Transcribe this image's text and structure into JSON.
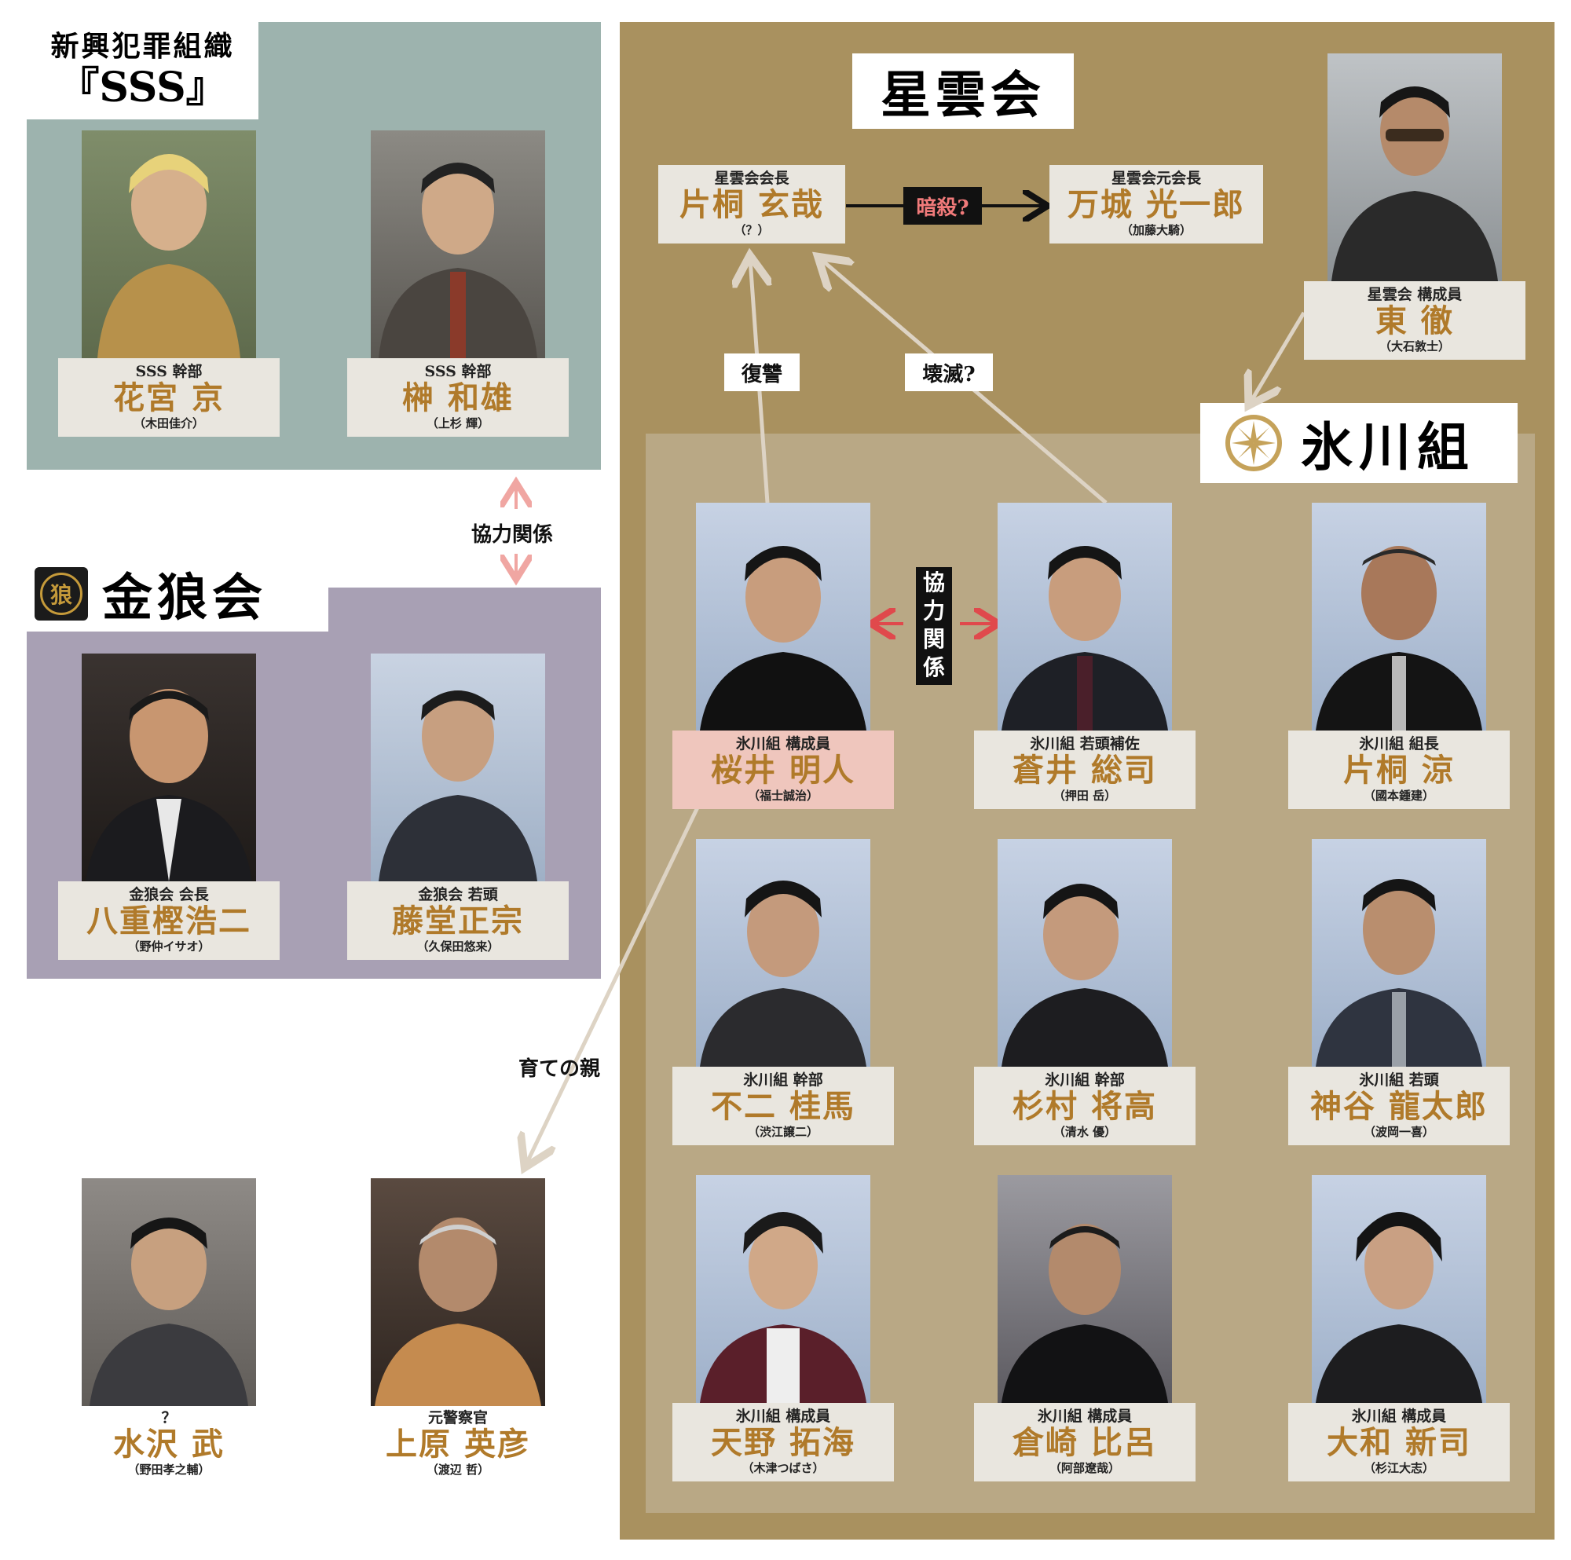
{
  "groups": {
    "sss": {
      "title_line1": "新興犯罪組織",
      "title_line2": "『SSS』",
      "bg": "#9db3ae"
    },
    "kinro": {
      "title": "金狼会",
      "emblem": "狼",
      "bg": "#a8a0b4"
    },
    "seiun": {
      "title": "星雲会",
      "bg": "#a9915f"
    },
    "hikawa": {
      "title": "氷川組",
      "bg": "#b9a885"
    }
  },
  "people": {
    "hanamiya": {
      "role": "SSS 幹部",
      "name": "花宮 京",
      "actor": "（木田佳介）"
    },
    "sakaki": {
      "role": "SSS 幹部",
      "name": "榊 和雄",
      "actor": "（上杉 輝）"
    },
    "yaegashi": {
      "role": "金狼会 会長",
      "name": "八重樫浩二",
      "actor": "（野仲イサオ）"
    },
    "todo": {
      "role": "金狼会 若頭",
      "name": "藤堂正宗",
      "actor": "（久保田悠来）"
    },
    "mizusawa": {
      "role": "？",
      "name": "水沢 武",
      "actor": "（野田孝之輔）"
    },
    "uehara": {
      "role": "元警察官",
      "name": "上原 英彦",
      "actor": "（渡辺 哲）"
    },
    "katagiri_gen": {
      "role": "星雲会会長",
      "name": "片桐 玄哉",
      "actor": "（？）"
    },
    "manjo": {
      "role": "星雲会元会長",
      "name": "万城 光一郎",
      "actor": "（加藤大騎）"
    },
    "azuma": {
      "role": "星雲会 構成員",
      "name": "東 徹",
      "actor": "（大石敦士）"
    },
    "sakurai": {
      "role": "氷川組 構成員",
      "name": "桜井 明人",
      "actor": "（福士誠治）"
    },
    "aoi": {
      "role": "氷川組 若頭補佐",
      "name": "蒼井 総司",
      "actor": "（押田 岳）"
    },
    "katagiri_ryo": {
      "role": "氷川組 組長",
      "name": "片桐 涼",
      "actor": "（國本鍾建）"
    },
    "fuji": {
      "role": "氷川組 幹部",
      "name": "不二 桂馬",
      "actor": "（渋江譲二）"
    },
    "sugimura": {
      "role": "氷川組 幹部",
      "name": "杉村 将高",
      "actor": "（清水 優）"
    },
    "kamiya": {
      "role": "氷川組 若頭",
      "name": "神谷 龍太郎",
      "actor": "（波岡一喜）"
    },
    "amano": {
      "role": "氷川組 構成員",
      "name": "天野 拓海",
      "actor": "（木津つばさ）"
    },
    "kurasaki": {
      "role": "氷川組 構成員",
      "name": "倉崎 比呂",
      "actor": "（阿部遼哉）"
    },
    "yamato": {
      "role": "氷川組 構成員",
      "name": "大和 新司",
      "actor": "（杉江大志）"
    }
  },
  "relations": {
    "assassination": "暗殺?",
    "revenge": "復讐",
    "destruction": "壊滅?",
    "cooperation_groups": "協力関係",
    "cooperation_members": [
      "協",
      "力",
      "関",
      "係"
    ],
    "foster_parent": "育ての親"
  }
}
